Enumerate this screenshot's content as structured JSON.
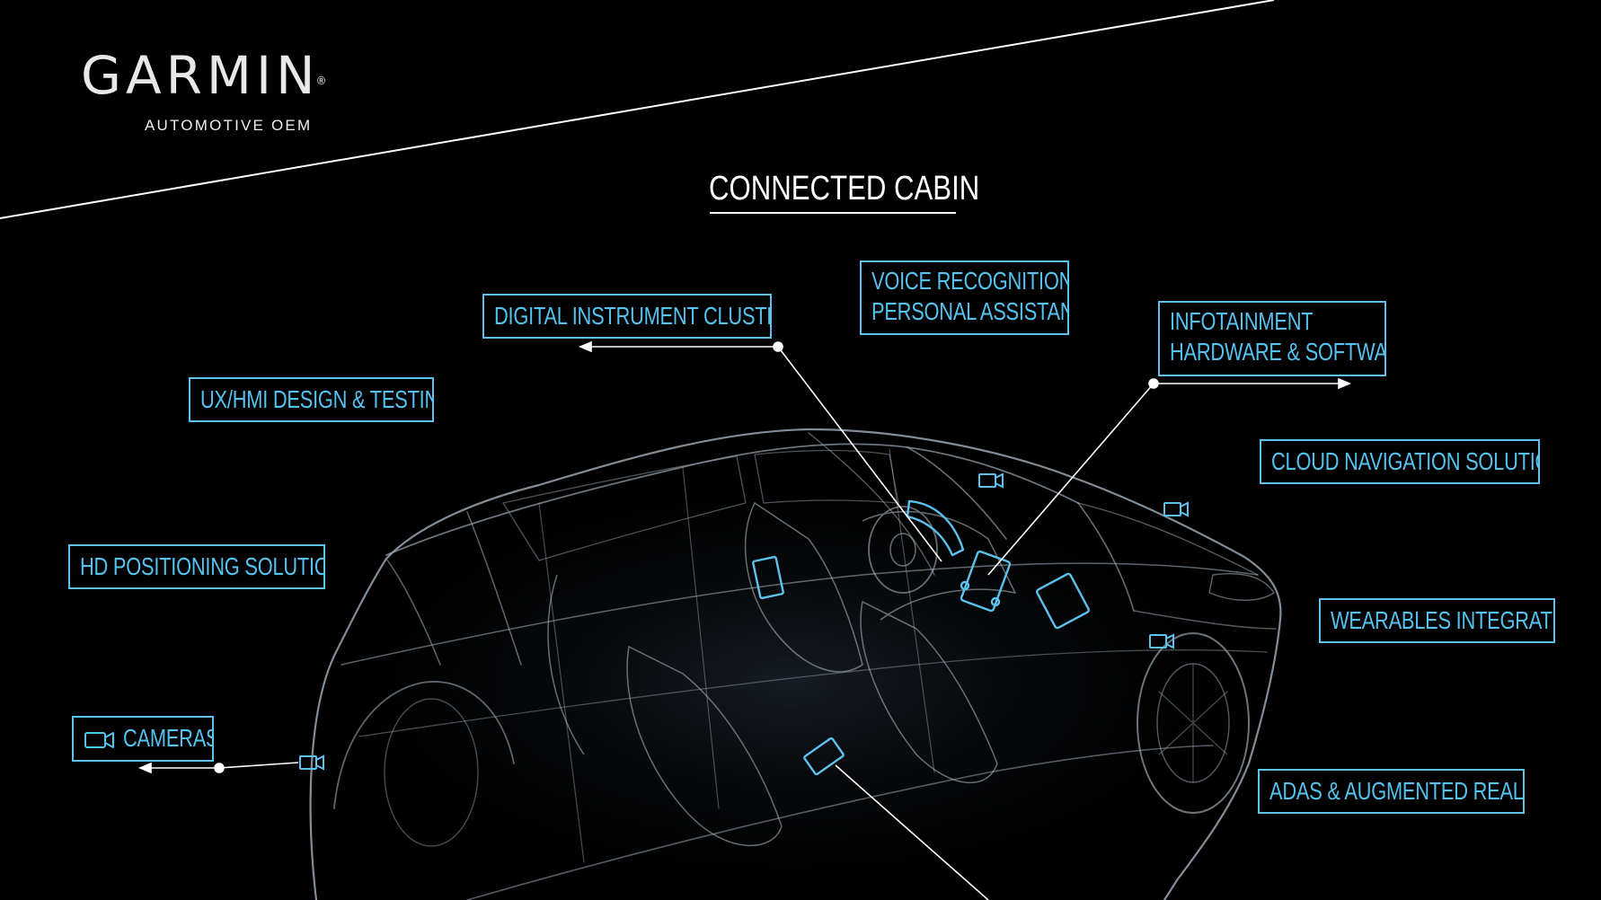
{
  "brand": {
    "name": "GARMIN",
    "registered": "®",
    "subtitle": "AUTOMOTIVE OEM"
  },
  "title": "CONNECTED CABIN",
  "labels": {
    "digital_instrument_clusters": "DIGITAL INSTRUMENT CLUSTERS",
    "voice_line1": "VOICE RECOGNITION &",
    "voice_line2": "PERSONAL ASSISTANT",
    "infotainment_line1": "INFOTAINMENT",
    "infotainment_line2": "HARDWARE & SOFTWARE",
    "ux_hmi": "UX/HMI DESIGN & TESTING",
    "cloud_navigation": "CLOUD NAVIGATION SOLUTIONS",
    "hd_positioning": "HD POSITIONING SOLUTIONS",
    "wearables": "WEARABLES INTEGRATION",
    "cameras": "CAMERAS",
    "adas": "ADAS & AUGMENTED REALITY"
  },
  "icons": {
    "camera": "video-camera-icon"
  },
  "colors": {
    "background": "#000000",
    "accent": "#55c3f0",
    "text": "#ffffff",
    "car_wireframe": "#9aa6b4"
  }
}
